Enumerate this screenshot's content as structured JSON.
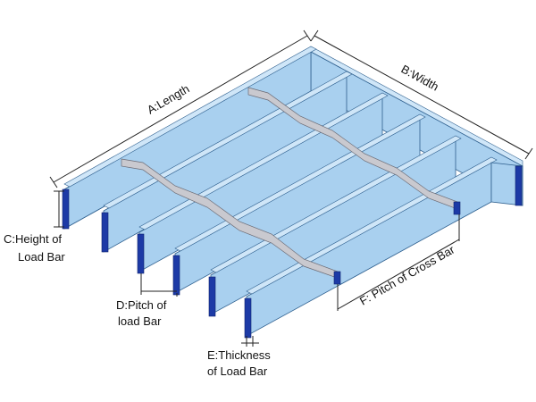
{
  "diagram": {
    "labels": {
      "a": "A:Length",
      "b": "B:Width",
      "c_line1": "C:Height of",
      "c_line2": "Load Bar",
      "d_line1": "D:Pitch of",
      "d_line2": "load Bar",
      "e_line1": "E:Thickness",
      "e_line2": "of Load Bar",
      "f": "F: Pitch of Cross Bar"
    },
    "colors": {
      "bar_face": "#a9d0ef",
      "bar_top": "#cfe6f8",
      "bar_end": "#1d3aa6",
      "cross_bar": "#c9c9cf",
      "dimension_line": "#222222"
    }
  }
}
